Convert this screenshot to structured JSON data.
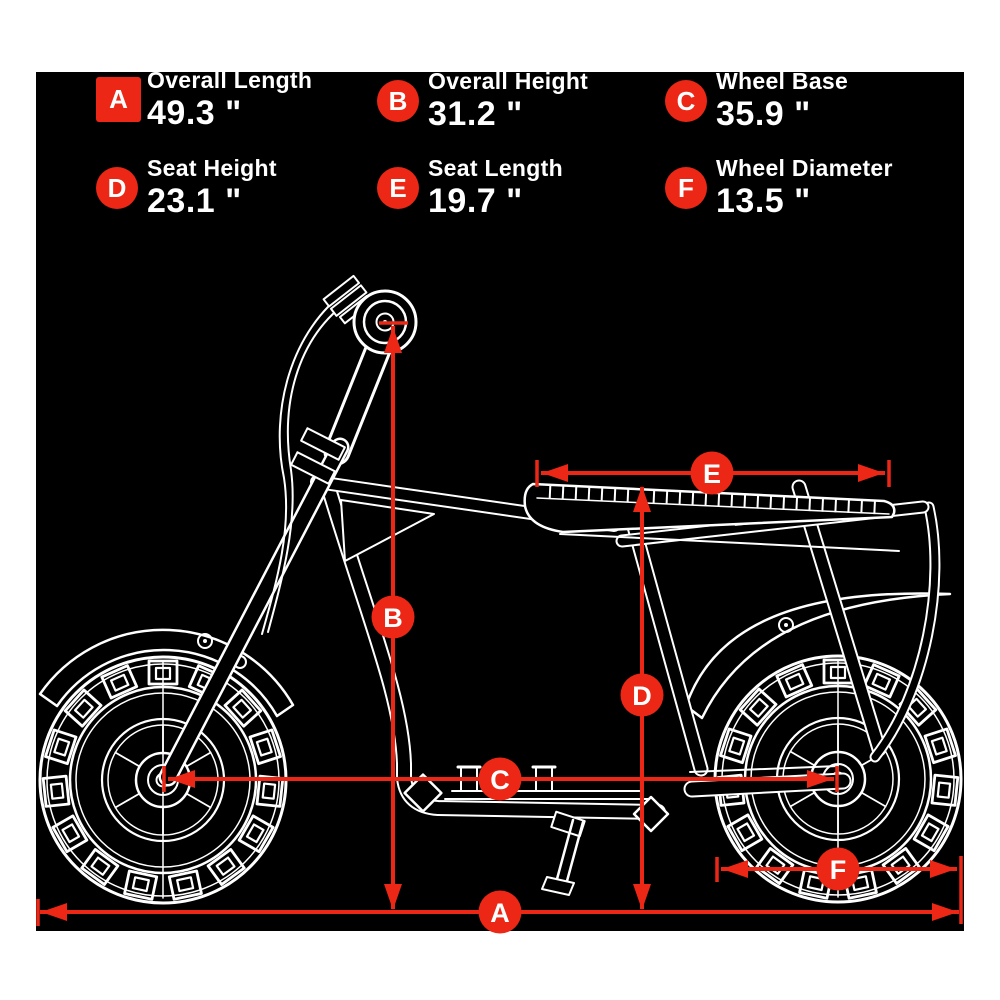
{
  "title": "Mini bike dimensions diagram",
  "colors": {
    "page_background": "#ffffff",
    "panel_background": "#000000",
    "accent_red": "#ec2715",
    "line_art": "#ffffff",
    "text": "#ffffff"
  },
  "diagram": {
    "subject": "Mini bike side-view technical line drawing with dimension arrows",
    "unit": "inches",
    "unit_symbol": "\""
  },
  "specs": {
    "items": [
      {
        "letter": "A",
        "label": "Overall Length",
        "value": "49.3 \"",
        "badge_shape": "square"
      },
      {
        "letter": "B",
        "label": "Overall Height",
        "value": "31.2 \"",
        "badge_shape": "circle"
      },
      {
        "letter": "C",
        "label": "Wheel Base",
        "value": "35.9 \"",
        "badge_shape": "circle"
      },
      {
        "letter": "D",
        "label": "Seat Height",
        "value": "23.1 \"",
        "badge_shape": "circle"
      },
      {
        "letter": "E",
        "label": "Seat Length",
        "value": "19.7 \"",
        "badge_shape": "circle"
      },
      {
        "letter": "F",
        "label": "Wheel Diameter",
        "value": "13.5 \"",
        "badge_shape": "circle"
      }
    ]
  }
}
